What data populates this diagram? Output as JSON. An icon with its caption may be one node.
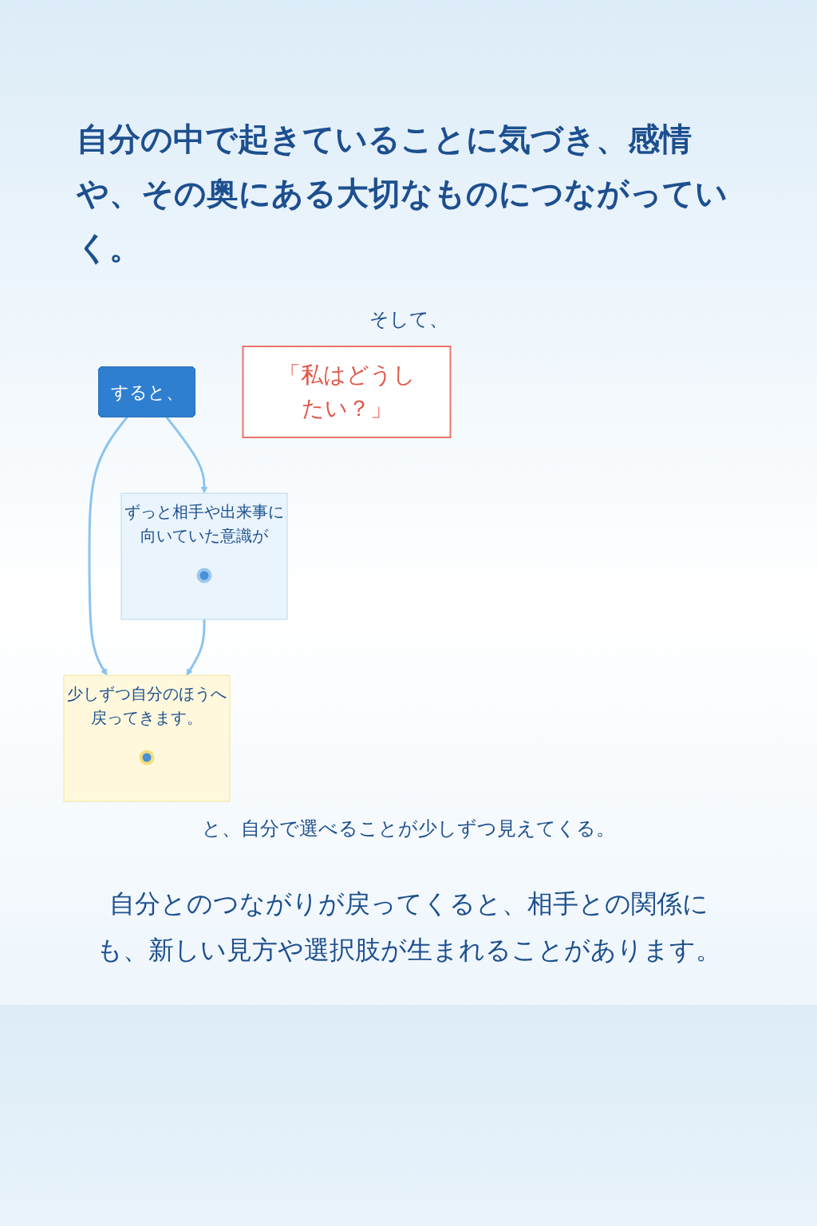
{
  "diagram": {
    "title": "自分の中で起きていることに気づき、感情や、その奥にある大切なものにつながっていく。",
    "caption": "自分とのつながりが戻ってくると、相手との関係にも、新しい見方や選択肢が生まれることがあります。",
    "nodes": [
      {
        "text": [
          "すると、"
        ]
      },
      {
        "text": [
          "ずっと相手や出来事に向いていた意識が"
        ]
      },
      {
        "text": [],
        "shape": "person",
        "in": 1
      },
      {
        "text": [
          "「私はどうしたい？」"
        ]
      },
      {
        "text": [
          "少しずつ自分のほうへ戻ってきます。"
        ]
      },
      {
        "text": [],
        "shape": "person",
        "in": 4
      }
    ],
    "edges": [
      {
        "from": 0,
        "to": 1,
        "arrow": "to"
      },
      {
        "from": 0,
        "to": 4,
        "arrow": "to"
      },
      {
        "from": 1,
        "to": 4,
        "arrow": "to"
      }
    ],
    "labels": [
      "そして、",
      "と、自分で選べることが少しずつ見えてくる。"
    ]
  }
}
